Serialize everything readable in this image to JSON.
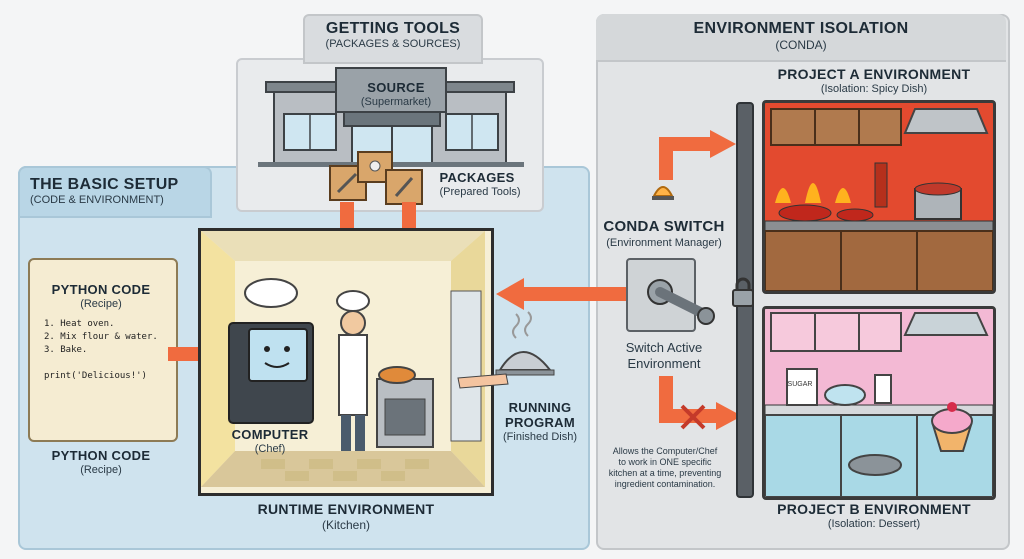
{
  "getting_tools": {
    "title": "GETTING TOOLS",
    "subtitle": "(PACKAGES & SOURCES)"
  },
  "source": {
    "title": "SOURCE",
    "subtitle": "(Supermarket)"
  },
  "packages": {
    "title": "PACKAGES",
    "subtitle": "(Prepared Tools)"
  },
  "basic_setup": {
    "title": "THE BASIC SETUP",
    "subtitle": "(CODE & ENVIRONMENT)"
  },
  "python_code": {
    "title": "PYTHON CODE",
    "subtitle": "(Recipe)",
    "lines": [
      "1. Heat oven.",
      "2. Mix flour & water.",
      "3. Bake.",
      "",
      "print('Delicious!')"
    ]
  },
  "python_code_bottom": {
    "title": "PYTHON CODE",
    "subtitle": "(Recipe)"
  },
  "computer": {
    "title": "COMPUTER",
    "subtitle": "(Chef)"
  },
  "runtime": {
    "title": "RUNTIME ENVIRONMENT",
    "subtitle": "(Kitchen)"
  },
  "running_program": {
    "title_line1": "RUNNING",
    "title_line2": "PROGRAM",
    "subtitle": "(Finished Dish)"
  },
  "env_isolation": {
    "title": "ENVIRONMENT ISOLATION",
    "subtitle": "(CONDA)"
  },
  "conda_switch": {
    "title": "CONDA SWITCH",
    "subtitle": "(Environment Manager)",
    "action_line1": "Switch Active",
    "action_line2": "Environment"
  },
  "note": {
    "line1": "Allows the Computer/Chef",
    "line2": "to work in ONE specific",
    "line3": "kitchen at a time, preventing",
    "line4": "ingredient contamination."
  },
  "project_a": {
    "title": "PROJECT A ENVIRONMENT",
    "subtitle": "(Isolation: Spicy Dish)"
  },
  "project_b": {
    "title": "PROJECT B ENVIRONMENT",
    "subtitle": "(Isolation: Dessert)"
  },
  "sugar_label": "SUGAR",
  "colors": {
    "arrow": "#f06b3f",
    "panel_blue": "#cfe3ee",
    "panel_gray": "#e2e4e6"
  }
}
